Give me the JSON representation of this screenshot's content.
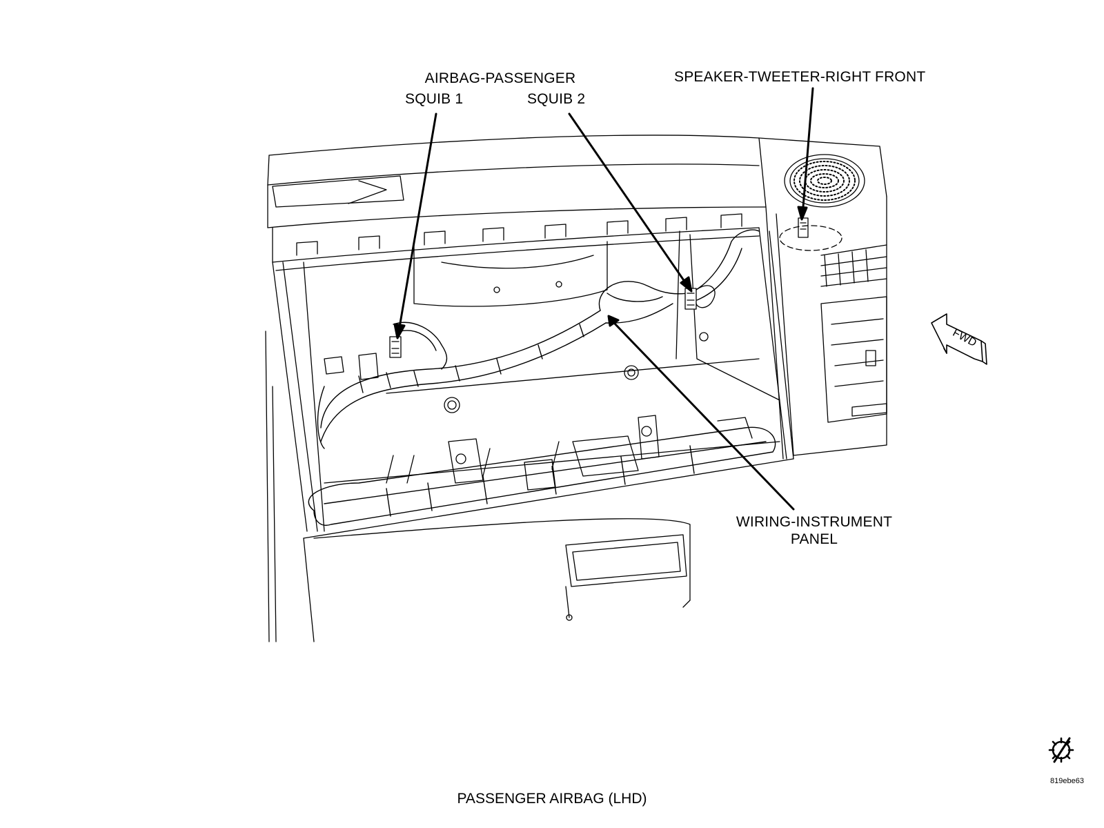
{
  "labels": {
    "airbag_passenger": "AIRBAG-PASSENGER",
    "squib_1": "SQUIB 1",
    "squib_2": "SQUIB 2",
    "speaker_tweeter": "SPEAKER-TWEETER-RIGHT FRONT",
    "wiring_line1": "WIRING-INSTRUMENT",
    "wiring_line2": "PANEL",
    "fwd": "FWD"
  },
  "caption": "PASSENGER AIRBAG  (LHD)",
  "reference_code": "819ebe63",
  "icons": {
    "reference_symbol": "gear-slash-icon"
  }
}
